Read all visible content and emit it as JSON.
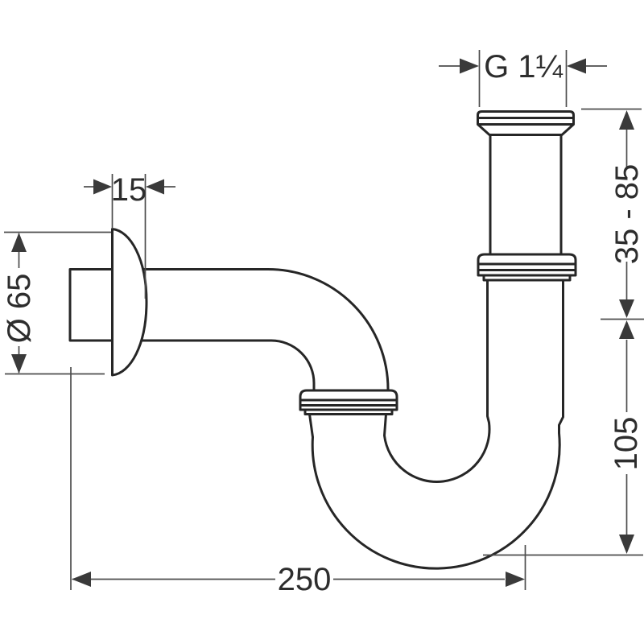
{
  "drawing": {
    "colors": {
      "background": "#ffffff",
      "outline": "#262626",
      "dimension_line": "#4d4d4d",
      "arrow": "#3a3a3a",
      "text": "#2d2d2d"
    },
    "labels": {
      "thread_size": "G 1¼",
      "escutcheon_depth": "15",
      "escutcheon_diameter": "Ø 65",
      "adjustment_range": "35 - 85",
      "outlet_drop": "105",
      "projection": "250"
    }
  }
}
